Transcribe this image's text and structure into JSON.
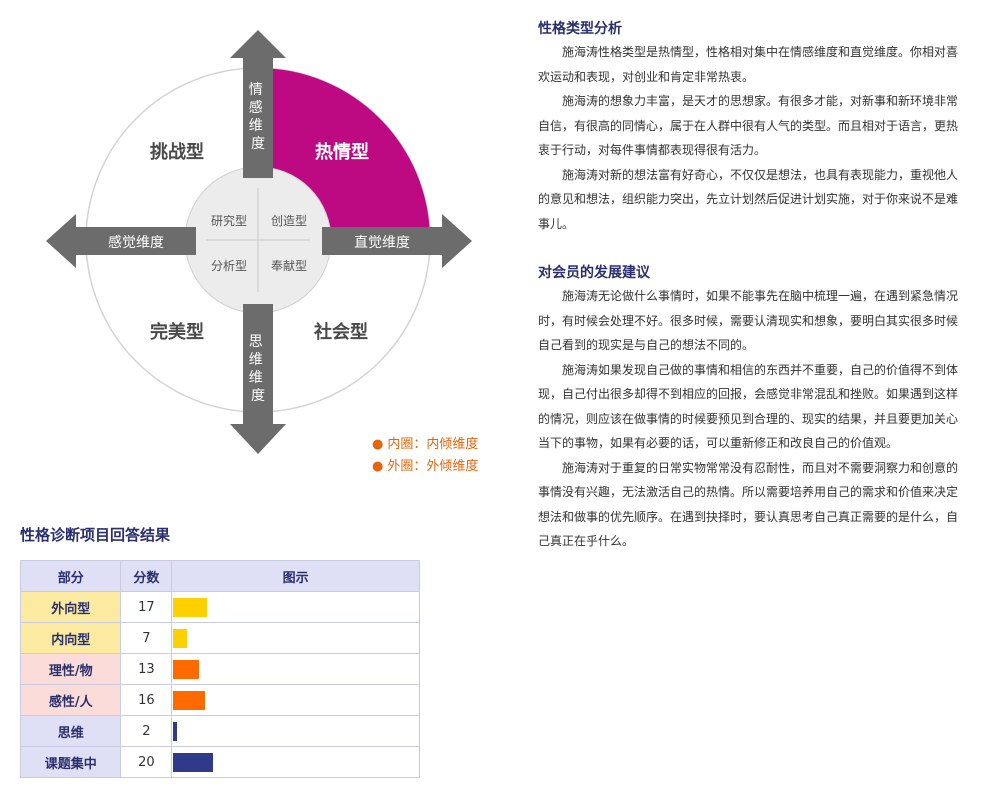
{
  "diagram": {
    "quadrants": {
      "top_left": "挑战型",
      "top_right": "热情型",
      "bottom_left": "完美型",
      "bottom_right": "社会型"
    },
    "inner": {
      "top_left": "研究型",
      "top_right": "创造型",
      "bottom_left": "分析型",
      "bottom_right": "奉献型"
    },
    "axes": {
      "up": "情感维度",
      "down": "思维维度",
      "left": "感觉维度",
      "right": "直觉维度"
    },
    "highlight_color": "#be0a82",
    "arrow_color": "#6c6c6c"
  },
  "legend": [
    {
      "marker": "●",
      "text": "内圈：内倾维度"
    },
    {
      "marker": "●",
      "text": "外圈：外倾维度"
    }
  ],
  "results": {
    "title": "性格诊断项目回答结果",
    "headers": {
      "category": "部分",
      "score": "分数",
      "chart": "图示"
    },
    "rows": [
      {
        "category": "外向型",
        "score": "17",
        "value": 17,
        "color": "#ffd000",
        "bg": "#fbeaa0"
      },
      {
        "category": "内向型",
        "score": "7",
        "value": 7,
        "color": "#ffd000",
        "bg": "#fbeaa0"
      },
      {
        "category": "理性/物",
        "score": "13",
        "value": 13,
        "color": "#ff6a00",
        "bg": "#fbdcd8"
      },
      {
        "category": "感性/人",
        "score": "16",
        "value": 16,
        "color": "#ff6a00",
        "bg": "#fbdcd8"
      },
      {
        "category": "思维",
        "score": "2",
        "value": 2,
        "color": "#2f3a8c",
        "bg": "#dfe0f5"
      },
      {
        "category": "课题集中",
        "score": "20",
        "value": 20,
        "color": "#2f3a8c",
        "bg": "#dfe0f5"
      }
    ]
  },
  "analysis": {
    "title": "性格类型分析",
    "paragraphs": [
      "施海涛性格类型是热情型，性格相对集中在情感维度和直觉维度。你相对喜欢运动和表现，对创业和肯定非常热衷。",
      "施海涛的想象力丰富，是天才的思想家。有很多才能，对新事和新环境非常自信，有很高的同情心，属于在人群中很有人气的类型。而且相对于语言，更热衷于行动，对每件事情都表现得很有活力。",
      "施海涛对新的想法富有好奇心，不仅仅是想法，也具有表现能力，重视他人的意见和想法，组织能力突出，先立计划然后促进计划实施，对于你来说不是难事儿。"
    ]
  },
  "advice": {
    "title": "对会员的发展建议",
    "paragraphs": [
      "施海涛无论做什么事情时，如果不能事先在脑中梳理一遍，在遇到紧急情况时，有时候会处理不好。很多时候，需要认清现实和想象，要明白其实很多时候自己看到的现实是与自己的想法不同的。",
      "施海涛如果发现自己做的事情和相信的东西并不重要，自己的价值得不到体现，自己付出很多却得不到相应的回报，会感觉非常混乱和挫败。如果遇到这样的情况，则应该在做事情的时候要预见到合理的、现实的结果，并且要更加关心当下的事物，如果有必要的话，可以重新修正和改良自己的价值观。",
      "施海涛对于重复的日常实物常常没有忍耐性，而且对不需要洞察力和创意的事情没有兴趣，无法激活自己的热情。所以需要培养用自己的需求和价值来决定想法和做事的优先顺序。在遇到抉择时，要认真思考自己真正需要的是什么，自己真正在乎什么。"
    ]
  }
}
